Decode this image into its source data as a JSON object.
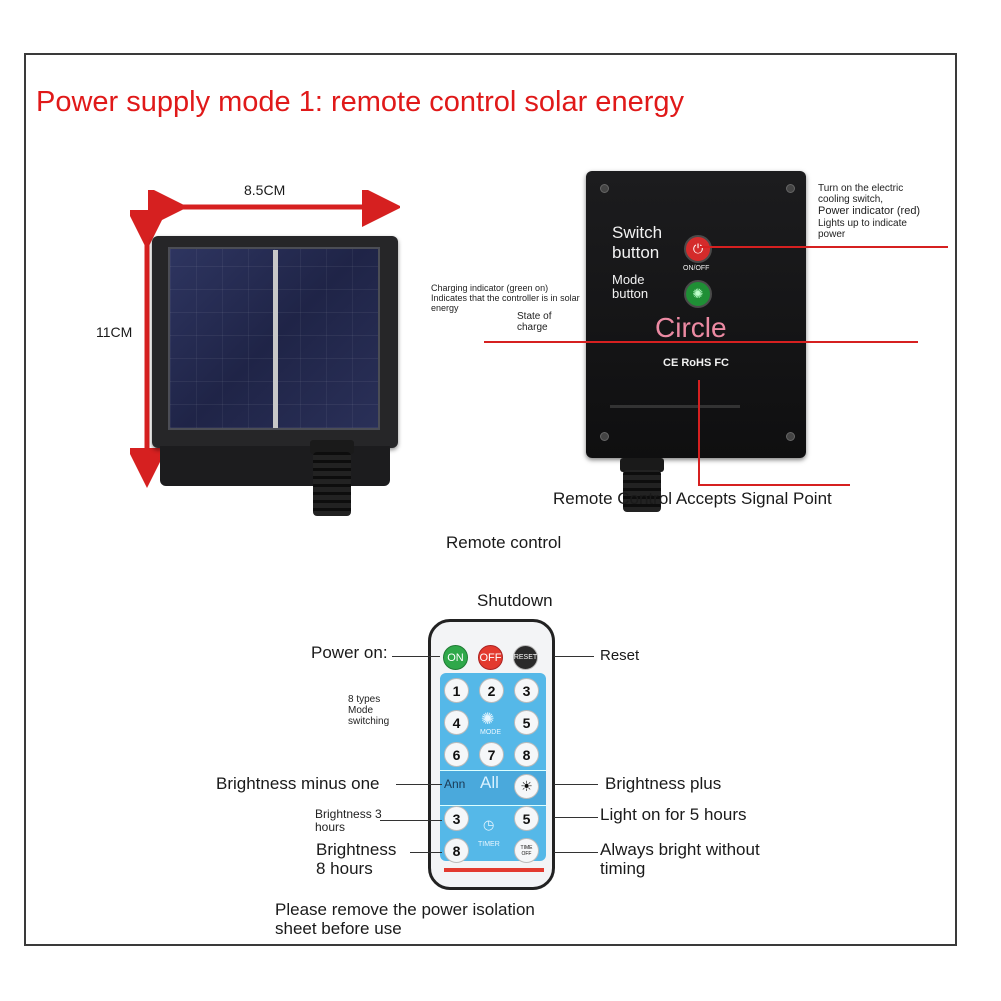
{
  "title": "Power supply mode 1: remote control solar energy",
  "panel": {
    "width_label": "8.5CM",
    "height_label": "11CM"
  },
  "controller": {
    "switch_label_line1": "Switch",
    "switch_label_line2": "button",
    "onoff_label": "ON/OFF",
    "mode_label_line1": "Mode",
    "mode_label_line2": "button",
    "brand": "Circle",
    "cert": "CE RoHS FC",
    "note_right_1": "Turn on the electric",
    "note_right_2": "cooling switch,",
    "note_right_3": "Power indicator (red)",
    "note_right_4": "Lights up to indicate",
    "note_right_5": "power",
    "note_left_1": "Charging indicator (green on)",
    "note_left_2": "Indicates that the controller is in solar",
    "note_left_3": "energy",
    "state_line1": "State of",
    "state_line2": "charge",
    "signal_point": "Remote Control Accepts Signal Point"
  },
  "remote_heading": "Remote control",
  "remote_labels": {
    "shutdown": "Shutdown",
    "power_on": "Power on:",
    "reset": "Reset",
    "modes_1": "8 types",
    "modes_2": "Mode",
    "modes_3": "switching",
    "brightness_minus": "Brightness minus one",
    "brightness_plus": "Brightness plus",
    "bright3_1": "Brightness 3",
    "bright3_2": "hours",
    "light5": "Light on for 5 hours",
    "bright8_1": "Brightness",
    "bright8_2": "8 hours",
    "always_1": "Always bright without",
    "always_2": "timing",
    "remove_1": "Please remove the power isolation",
    "remove_2": "sheet before use"
  },
  "remote_buttons": {
    "on": "ON",
    "off": "OFF",
    "reset": "RESET",
    "n1": "1",
    "n2": "2",
    "n3": "3",
    "n4": "4",
    "n5": "5",
    "n6": "6",
    "n7": "7",
    "n8": "8",
    "t3": "3",
    "t5": "5",
    "t8": "8",
    "mode_text": "MODE",
    "ann": "Ann",
    "all": "All",
    "timer_text": "TIMER",
    "timeoff_1": "TIME",
    "timeoff_2": "OFF"
  },
  "colors": {
    "title": "#e01919",
    "arrow": "#d62020",
    "remote_face": "#55b8e8"
  }
}
